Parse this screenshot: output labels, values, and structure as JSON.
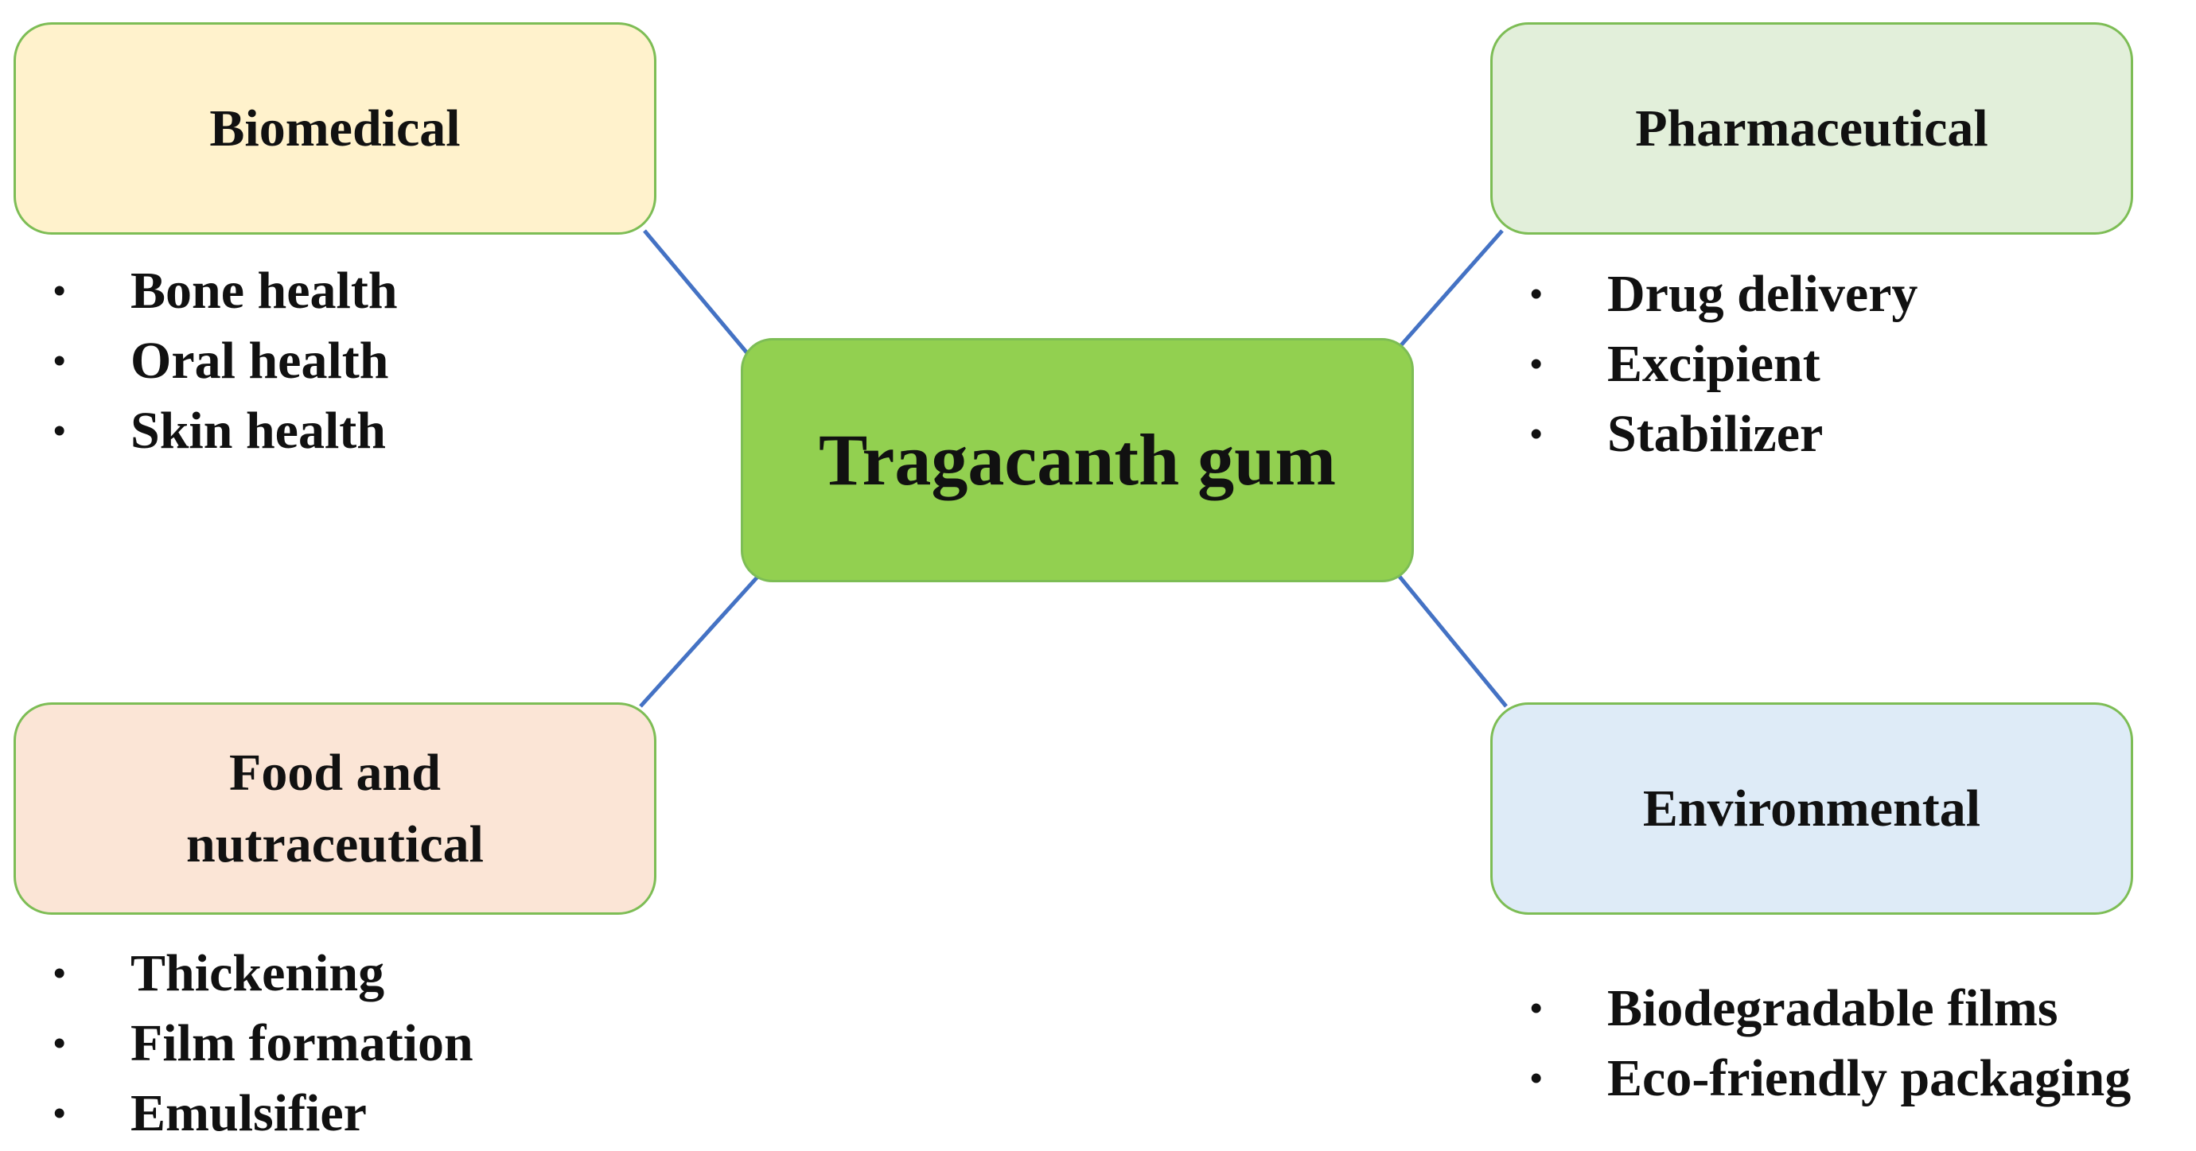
{
  "center": {
    "label": "Tragacanth gum",
    "fill": "#92d050"
  },
  "nodes": {
    "biomedical": {
      "label": "Biomedical",
      "fill": "#fff2cc",
      "items": [
        "Bone health",
        "Oral health",
        "Skin health"
      ]
    },
    "pharmaceutical": {
      "label": "Pharmaceutical",
      "fill": "#e2efda",
      "items": [
        "Drug delivery",
        "Excipient",
        "Stabilizer"
      ]
    },
    "food": {
      "label_line1": "Food and",
      "label_line2": "nutraceutical",
      "fill": "#fbe5d6",
      "items": [
        "Thickening",
        "Film formation",
        "Emulsifier"
      ]
    },
    "environmental": {
      "label": "Environmental",
      "fill": "#deebf7",
      "items": [
        "Biodegradable films",
        "Eco-friendly packaging"
      ]
    }
  },
  "colors": {
    "box_border": "#7dbd55",
    "connector": "#4472c4"
  },
  "bullet_glyph": "•"
}
